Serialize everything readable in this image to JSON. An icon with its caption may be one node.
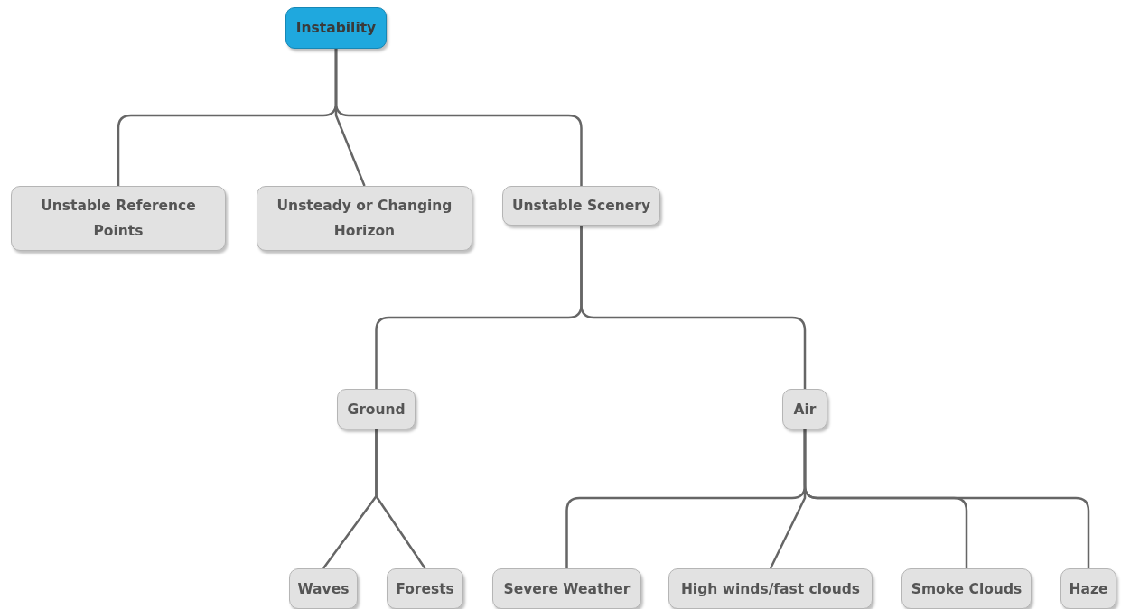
{
  "diagram": {
    "nodes": [
      {
        "text": [
          "Instability"
        ]
      },
      {
        "text": [
          "Unstable Reference Points"
        ]
      },
      {
        "text": [
          "Unsteady or Changing Horizon"
        ]
      },
      {
        "text": [
          "Unstable Scenery"
        ]
      },
      {
        "text": [
          "Ground"
        ]
      },
      {
        "text": [
          "Air"
        ]
      },
      {
        "text": [
          "Waves"
        ]
      },
      {
        "text": [
          "Forests"
        ]
      },
      {
        "text": [
          "Severe Weather"
        ]
      },
      {
        "text": [
          "High winds/fast clouds"
        ]
      },
      {
        "text": [
          "Smoke Clouds"
        ]
      },
      {
        "text": [
          "Haze"
        ]
      }
    ],
    "edges": [
      {
        "from": 0,
        "to": 1,
        "arrow": "none"
      },
      {
        "from": 0,
        "to": 2,
        "arrow": "none"
      },
      {
        "from": 0,
        "to": 3,
        "arrow": "none"
      },
      {
        "from": 3,
        "to": 4,
        "arrow": "none"
      },
      {
        "from": 3,
        "to": 5,
        "arrow": "none"
      },
      {
        "from": 4,
        "to": 6,
        "arrow": "none"
      },
      {
        "from": 4,
        "to": 7,
        "arrow": "none"
      },
      {
        "from": 5,
        "to": 8,
        "arrow": "none"
      },
      {
        "from": 5,
        "to": 9,
        "arrow": "none"
      },
      {
        "from": 5,
        "to": 10,
        "arrow": "none"
      },
      {
        "from": 5,
        "to": 11,
        "arrow": "none"
      }
    ]
  }
}
